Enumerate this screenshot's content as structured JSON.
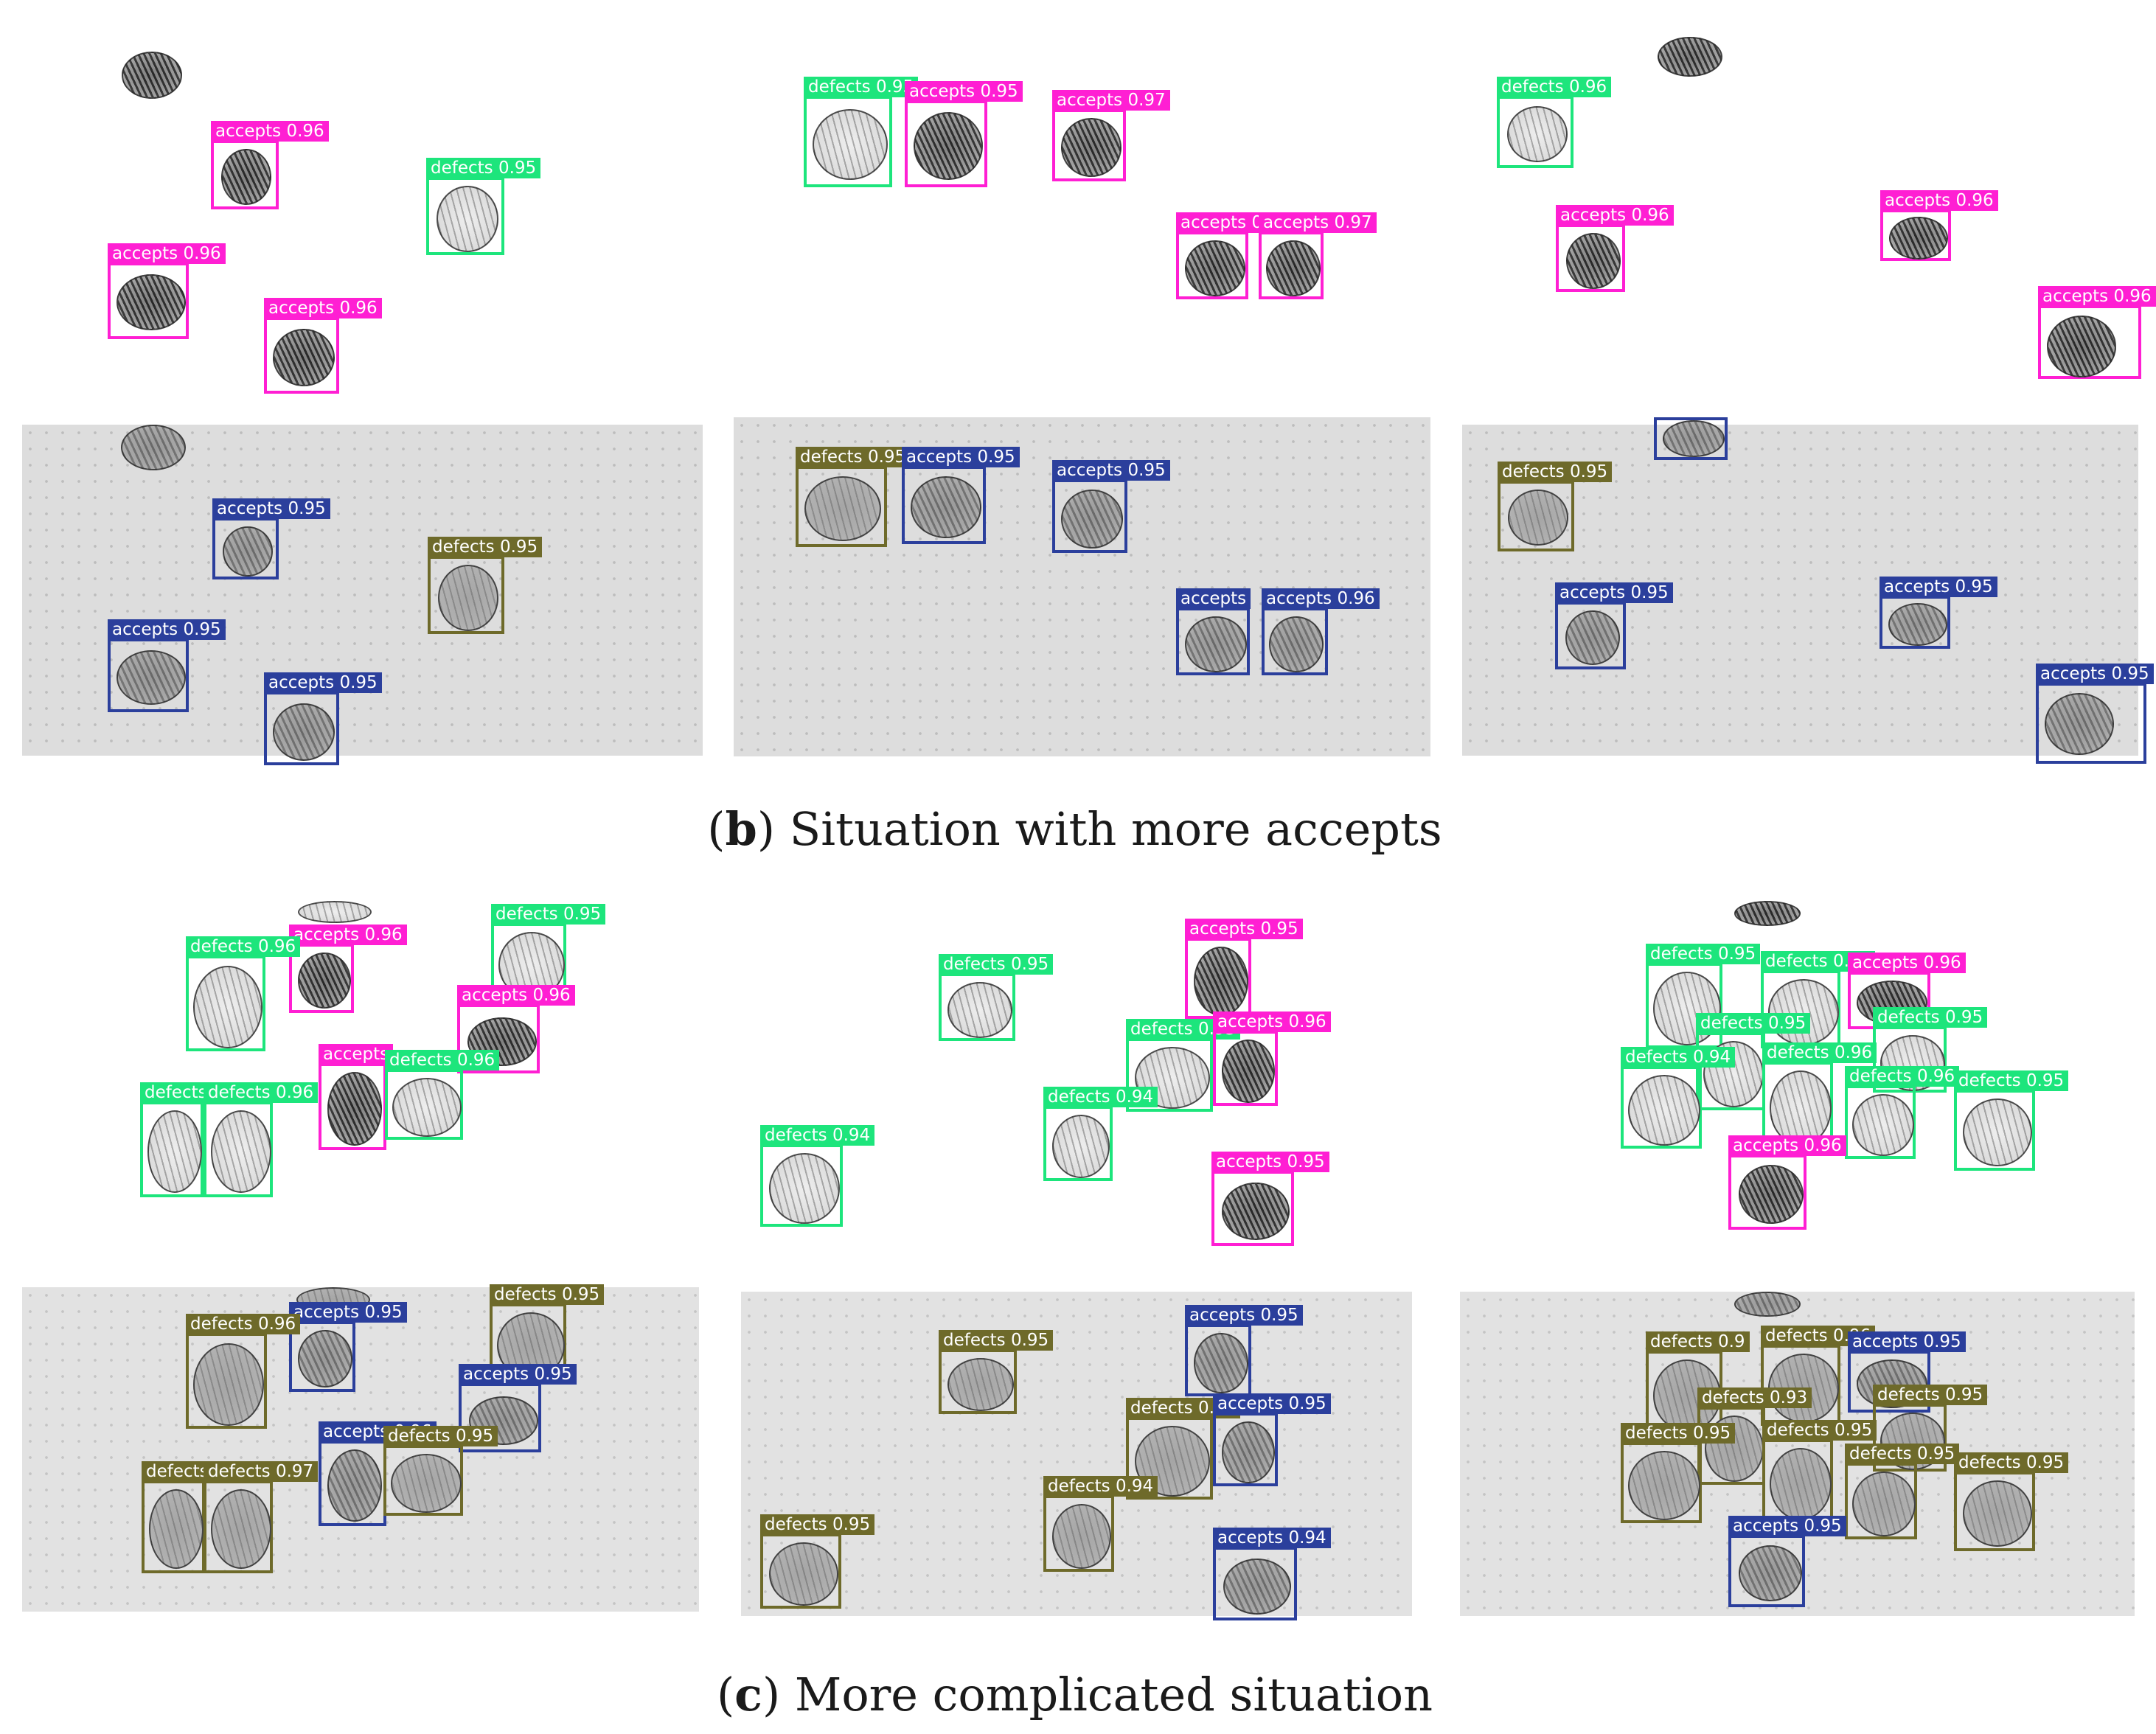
{
  "captions": {
    "b": {
      "letter": "b",
      "text": ") Situation with more accepts"
    },
    "c": {
      "letter": "c",
      "text": ") More complicated situation"
    }
  },
  "detections": {
    "row1_left": [
      "accepts 0.96",
      "defects 0.95",
      "accepts 0.96",
      "accepts 0.96"
    ],
    "row1_mid": [
      "defects 0.95",
      "accepts 0.95",
      "accepts 0.97",
      "accepts 0.97",
      "accepts 0.97"
    ],
    "row1_right": [
      "defects 0.96",
      "accepts 0.96",
      "accepts 0.96",
      "accepts 0.96"
    ],
    "row2_left": [
      "accepts 0.95",
      "defects 0.95",
      "accepts 0.95",
      "accepts 0.95"
    ],
    "row2_mid": [
      "defects 0.95",
      "accepts 0.95",
      "accepts 0.95",
      "accepts",
      "accepts 0.96"
    ],
    "row2_right": [
      "defects 0.95",
      "accepts 0.95",
      "accepts 0.95",
      "accepts 0.95"
    ],
    "row3_left": [
      "accepts 0.96",
      "defects 0.95",
      "defects 0.96",
      "accepts 0.96",
      "accepts",
      "defects 0.96",
      "defects",
      "defects 0.96"
    ],
    "row3_mid": [
      "accepts 0.95",
      "defects 0.95",
      "defects 0.95",
      "accepts 0.96",
      "defects 0.94",
      "defects 0.94",
      "accepts 0.95"
    ],
    "row3_right": [
      "defects 0.95",
      "defects 0.95",
      "accepts 0.96",
      "defects 0.95",
      "defects 0.95",
      "defects 0.94",
      "defects 0.96",
      "defects 0.96",
      "defects 0.95",
      "accepts 0.96"
    ],
    "row4_left": [
      "accepts 0.95",
      "defects 0.95",
      "defects 0.96",
      "accepts 0.95",
      "accepts 0.96",
      "defects 0.95",
      "defects",
      "defects 0.97"
    ],
    "row4_mid": [
      "accepts 0.95",
      "defects 0.95",
      "defects 0.95",
      "accepts 0.95",
      "defects 0.94",
      "defects 0.95",
      "accepts 0.94"
    ],
    "row4_right": [
      "defects 0.9",
      "defects 0.96",
      "accepts 0.95",
      "defects 0.93",
      "defects 0.95",
      "defects 0.95",
      "defects 0.95",
      "defects 0.95",
      "defects 0.95",
      "accepts 0.95"
    ]
  },
  "colors": {
    "accepts_white_bg": "#ff1fd3",
    "defects_white_bg": "#1de57c",
    "accepts_gray_bg": "#2b3f9c",
    "defects_gray_bg": "#6e6a2a"
  }
}
